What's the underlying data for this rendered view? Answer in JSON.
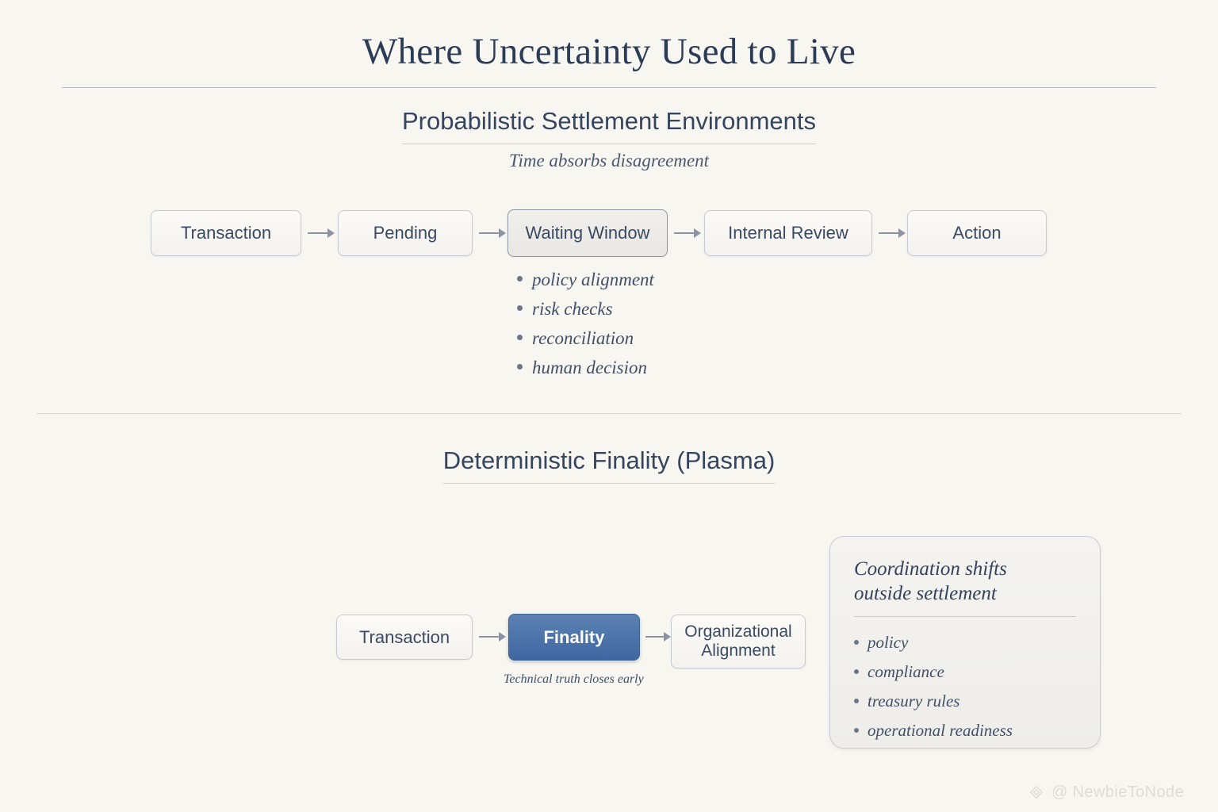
{
  "title": "Where Uncertainty Used to Live",
  "colors": {
    "background": "#f8f6f0",
    "ink": "#3d4a60",
    "accent_blue": "#4a73a8",
    "rule": "#c6cad3"
  },
  "sections": [
    {
      "heading": "Probabilistic Settlement Environments",
      "subtitle": "Time absorbs disagreement",
      "flow": [
        {
          "label": "Transaction",
          "emphasis": false
        },
        {
          "label": "Pending",
          "emphasis": false
        },
        {
          "label": "Waiting Window",
          "emphasis": true
        },
        {
          "label": "Internal Review",
          "emphasis": false
        },
        {
          "label": "Action",
          "emphasis": false
        }
      ],
      "bullets": [
        "policy alignment",
        "risk checks",
        "reconciliation",
        "human decision"
      ]
    },
    {
      "heading": "Deterministic Finality (Plasma)",
      "flow": [
        {
          "label": "Transaction",
          "accent": false
        },
        {
          "label": "Finality",
          "accent": true
        },
        {
          "label_line1": "Organizational",
          "label_line2": "Alignment",
          "accent": false
        }
      ],
      "caption": "Technical truth closes early",
      "card": {
        "title_line1": "Coordination shifts",
        "title_line2": "outside settlement",
        "bullets": [
          "policy",
          "compliance",
          "treasury rules",
          "operational readiness"
        ]
      }
    }
  ],
  "watermark": {
    "icon": "diamond-logo-icon",
    "handle": "@ NewbieToNode"
  }
}
